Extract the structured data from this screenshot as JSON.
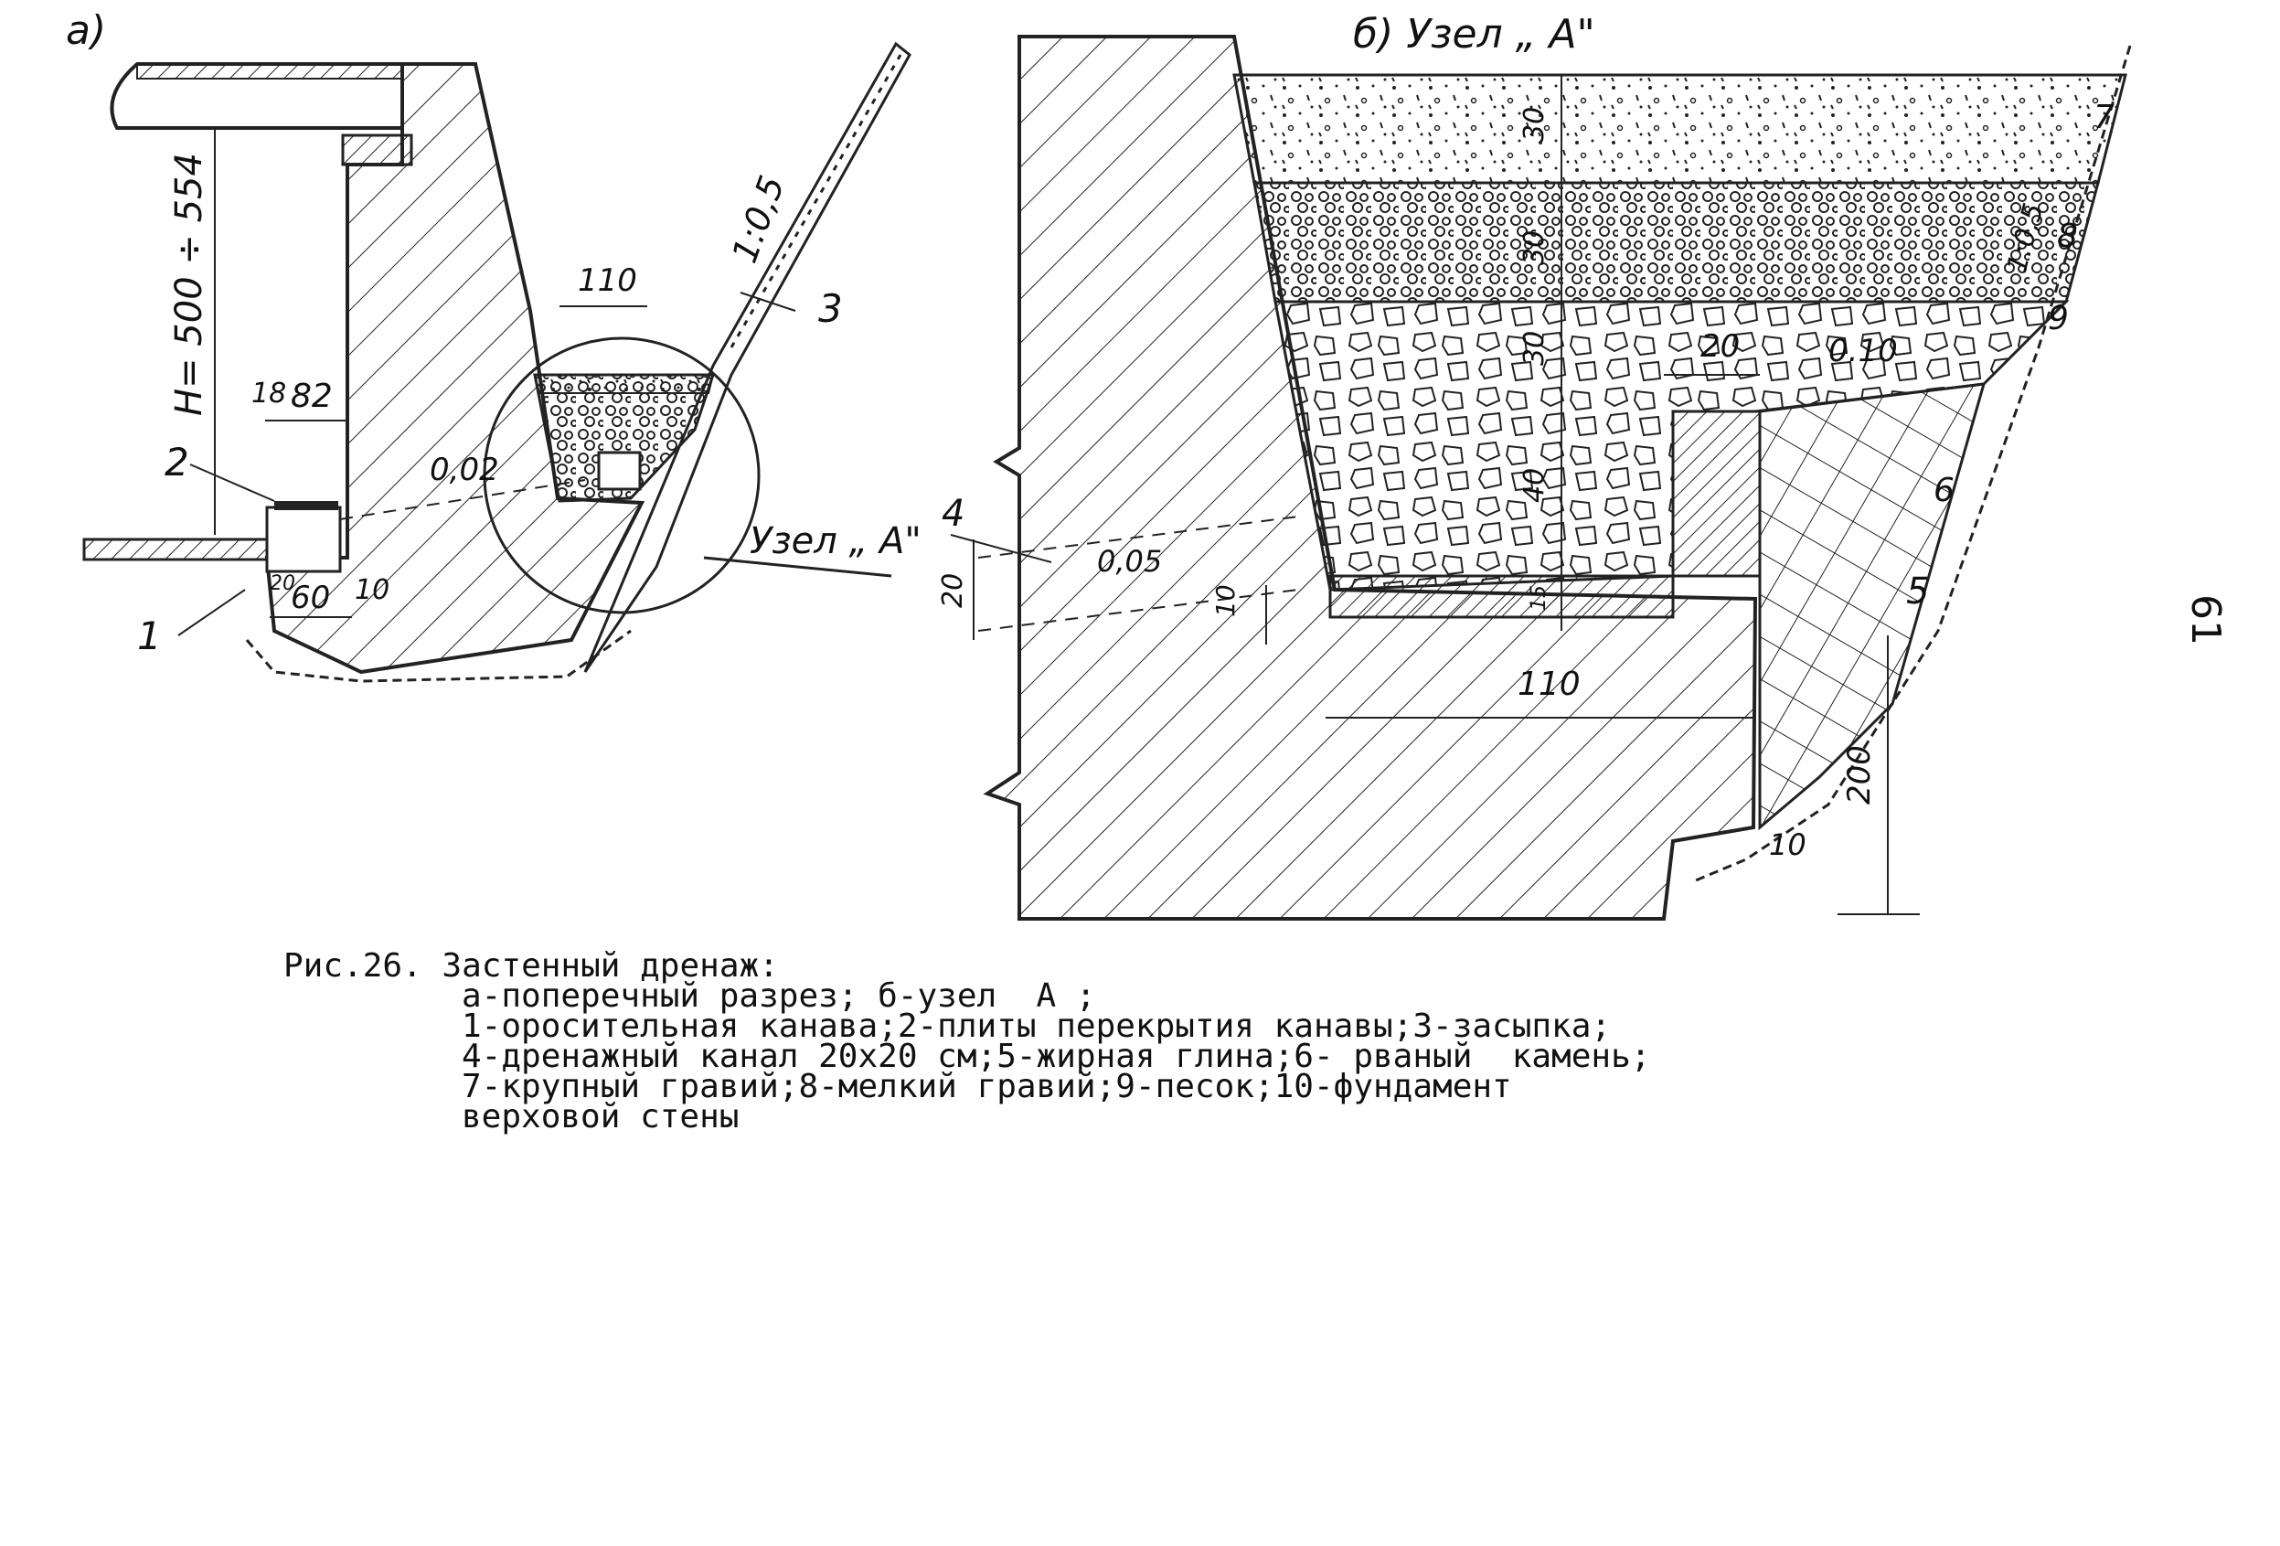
{
  "figure": {
    "panel_a": {
      "letter": "а)",
      "height_label": "H= 500 ÷ 554",
      "slope_label": "1:0,5",
      "dim_110": "110",
      "dim_18": "18",
      "dim_82": "82",
      "dim_60": "60",
      "dim_10": "10",
      "dim_20": "20",
      "slope_002": "0,02",
      "node_label": "Узел „ А\"",
      "callouts": [
        "1",
        "2",
        "3"
      ]
    },
    "panel_b": {
      "title": "б)  Узел „ А\"",
      "layer_30_top": "30",
      "layer_30_mid": "30",
      "layer_30_low": "30",
      "layer_40": "40",
      "layer_15": "15",
      "dim_20_top": "20",
      "slope_010": "0.10",
      "slope_105": "1:0,5",
      "slope_005": "0,05",
      "dim_20_left": "20",
      "dim_10": "10",
      "dim_110": "110",
      "dim_200": "200",
      "callouts": [
        "4",
        "5",
        "6",
        "7",
        "8",
        "9",
        "10"
      ]
    }
  },
  "caption": {
    "line1": "Рис.26. Застенный дренаж:",
    "line2": "а-поперечный разрез; б-узел  А ;",
    "line3": "1-оросительная канава;2-плиты перекрытия канавы;3-засыпка;",
    "line4": "4-дренажный канал 20х20 см;5-жирная глина;6- рваный  камень;",
    "line5": "7-крупный гравий;8-мелкий гравий;9-песок;10-фундамент",
    "line6": "верховой стены"
  },
  "page_number": "61"
}
